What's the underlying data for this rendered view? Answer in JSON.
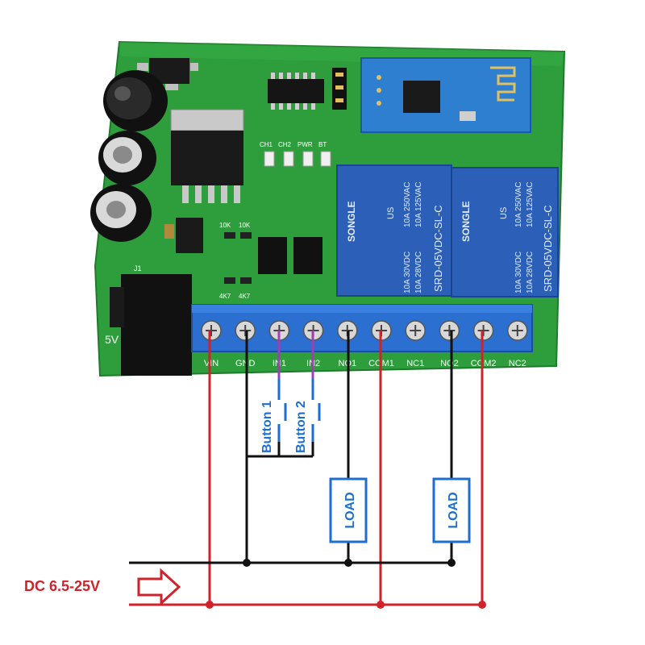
{
  "board": {
    "chip_labels": [
      "CH1",
      "CH2",
      "PWR",
      "BT"
    ],
    "resistor_labels": [
      "10K",
      "10K",
      "4K7",
      "4K7"
    ],
    "connector_label": "J1",
    "power_jack_label": "5V"
  },
  "relays": [
    {
      "brand": "SONGLE",
      "ratings": [
        "10A 250VAC",
        "10A 125VAC",
        "10A 30VDC",
        "10A 28VDC"
      ],
      "model": "SRD-05VDC-SL-C",
      "mark_us": "US"
    },
    {
      "brand": "SONGLE",
      "ratings": [
        "10A 250VAC",
        "10A 125VAC",
        "10A 30VDC",
        "10A 28VDC"
      ],
      "model": "SRD-05VDC-SL-C",
      "mark_us": "US"
    }
  ],
  "terminals": [
    "VIN",
    "GND",
    "IN1",
    "IN2",
    "NO1",
    "COM1",
    "NC1",
    "NO2",
    "COM2",
    "NC2"
  ],
  "buttons": [
    "Button 1",
    "Button 2"
  ],
  "loads": [
    "LOAD",
    "LOAD"
  ],
  "supply_label": "DC 6.5-25V",
  "colors": {
    "pcb": "#2e9e3c",
    "terminal_block": "#2b6fd0",
    "relay": "#2c5fb8",
    "wire_red": "#d0222a",
    "wire_black": "#111111",
    "label_blue": "#1d6fcf"
  }
}
